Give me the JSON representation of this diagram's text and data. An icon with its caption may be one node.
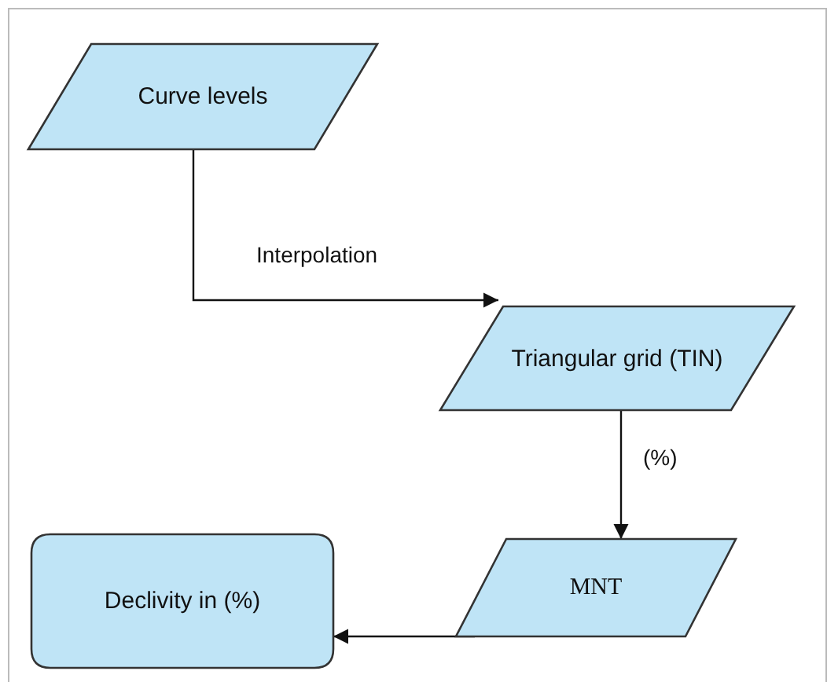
{
  "diagram": {
    "nodes": [
      {
        "text": [
          "Curve levels"
        ]
      },
      {
        "text": [
          "Triangular grid (TIN)"
        ]
      },
      {
        "text": [
          "MNT"
        ]
      },
      {
        "text": [
          "Declivity in (%)"
        ]
      }
    ],
    "edges": [
      {
        "from": 0,
        "to": 1,
        "arrow": "to",
        "label": "Interpolation"
      },
      {
        "from": 1,
        "to": 2,
        "arrow": "to",
        "label": "(%)"
      },
      {
        "from": 2,
        "to": 3,
        "arrow": "to"
      }
    ]
  }
}
